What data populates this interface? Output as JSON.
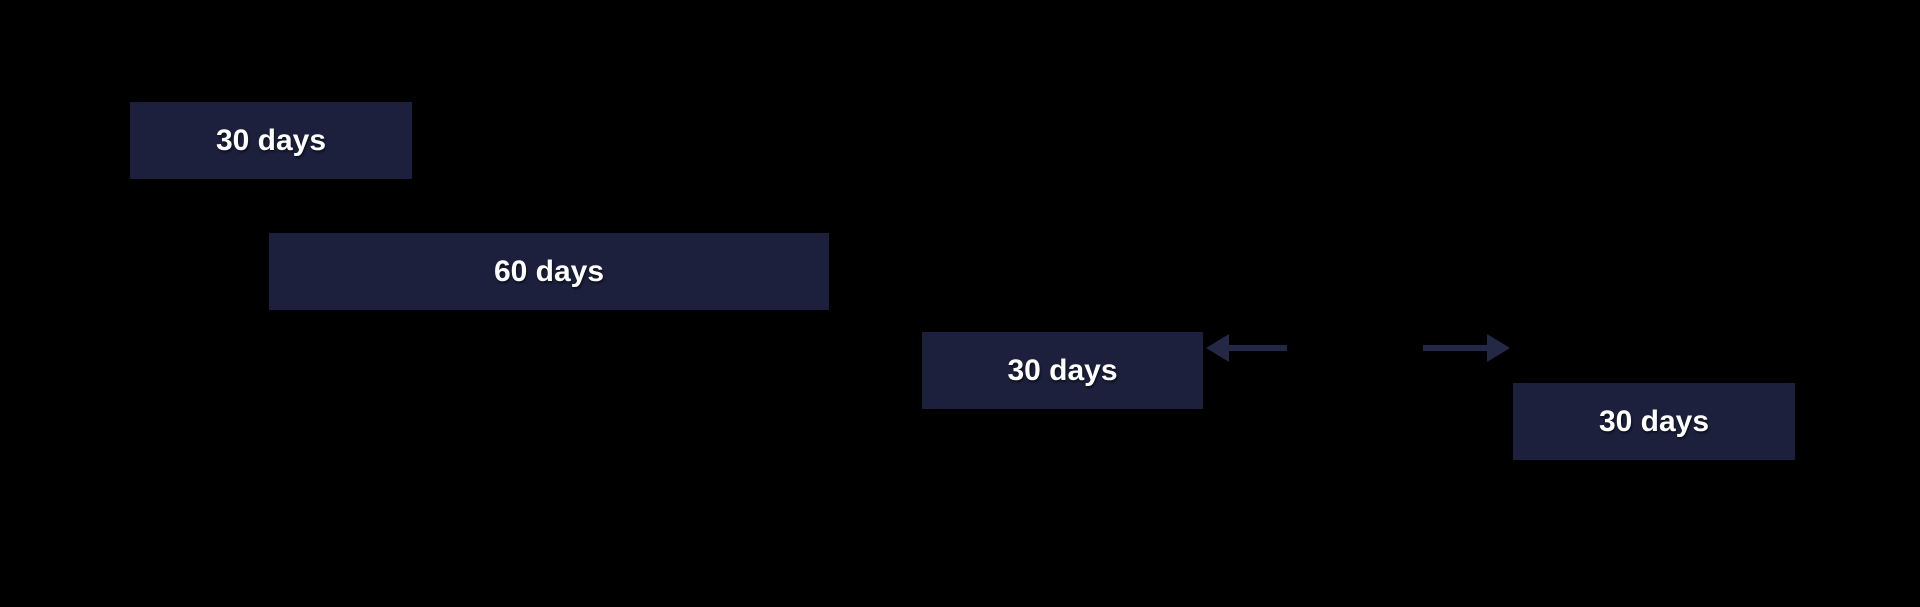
{
  "diagram": {
    "kind": "gantt-timeline",
    "background": "#000000",
    "bar_fill": "#1C203C",
    "arrow_color": "#232846",
    "label_color": "#FFFFFF",
    "bars": [
      {
        "label": "30 days"
      },
      {
        "label": "60 days"
      },
      {
        "label": "30 days"
      },
      {
        "label": "30 days"
      }
    ],
    "arrows": [
      {
        "icon": "left-arrow-icon",
        "direction": "left"
      },
      {
        "icon": "right-arrow-icon",
        "direction": "right"
      }
    ]
  },
  "chart_data": {
    "type": "bar",
    "subtype": "gantt-timeline",
    "orientation": "horizontal",
    "categories": [
      "bar-1",
      "bar-2",
      "bar-3",
      "bar-4"
    ],
    "values": [
      30,
      60,
      30,
      30
    ],
    "unit": "days",
    "data_labels": [
      "30 days",
      "60 days",
      "30 days",
      "30 days"
    ],
    "start_offsets_days_approx": [
      0,
      15,
      84,
      148
    ],
    "title": "",
    "xlabel": "",
    "ylabel": "",
    "grid": false,
    "legend": false,
    "annotations": [
      "left-pointing arrow at right edge of third bar",
      "right-pointing arrow at left edge of fourth bar",
      "gap between the two arrows"
    ]
  }
}
